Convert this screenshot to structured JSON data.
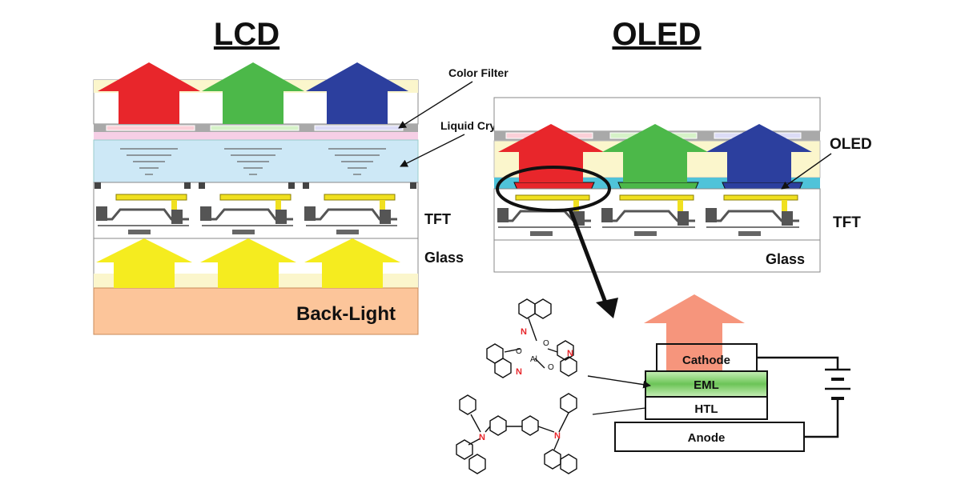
{
  "titles": {
    "lcd": "LCD",
    "oled": "OLED"
  },
  "lcd_labels": {
    "color_filter": "Color Filter",
    "liquid_crystal": "Liquid Crystal",
    "tft": "TFT",
    "glass": "Glass",
    "backlight": "Back-Light"
  },
  "oled_labels": {
    "oled": "OLED",
    "tft": "TFT",
    "glass": "Glass"
  },
  "stack_labels": {
    "cathode": "Cathode",
    "eml": "EML",
    "htl": "HTL",
    "anode": "Anode"
  },
  "molecule_labels": {
    "n": "N",
    "o": "O",
    "al": "Al"
  },
  "colors": {
    "red": "#e8262b",
    "green": "#4cb849",
    "blue": "#2c3f9e",
    "yellow": "#f5ec1f",
    "backlight": "#fcc59a",
    "lc": "#cde8f6",
    "salmon": "#f6957c",
    "eml_green": "#8fd67a"
  }
}
